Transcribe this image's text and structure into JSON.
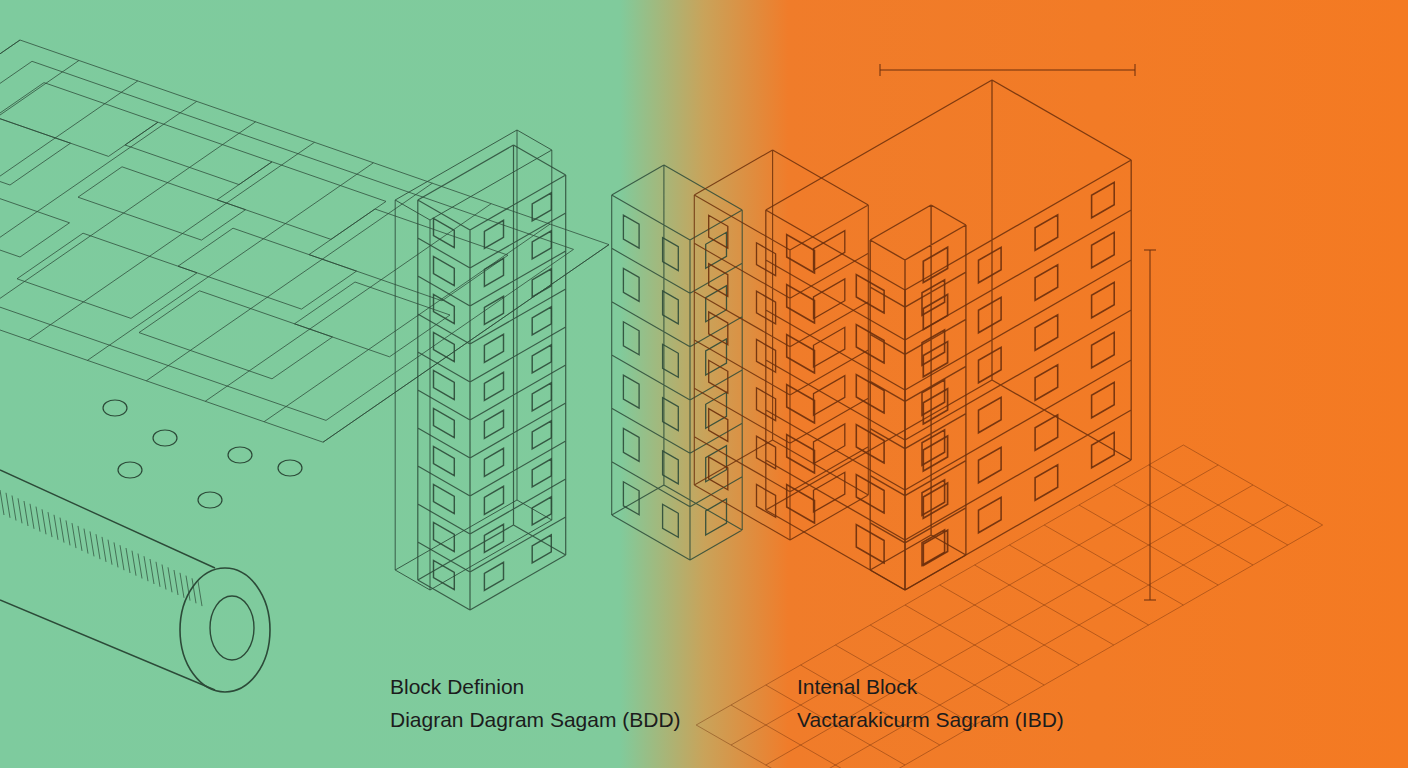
{
  "diagram": {
    "labels": [
      "Block Definion",
      "Diagran Dagram Sagam (BDD)",
      "Intenal Block",
      "Vactarakicurm Sagram (IBD)"
    ]
  }
}
